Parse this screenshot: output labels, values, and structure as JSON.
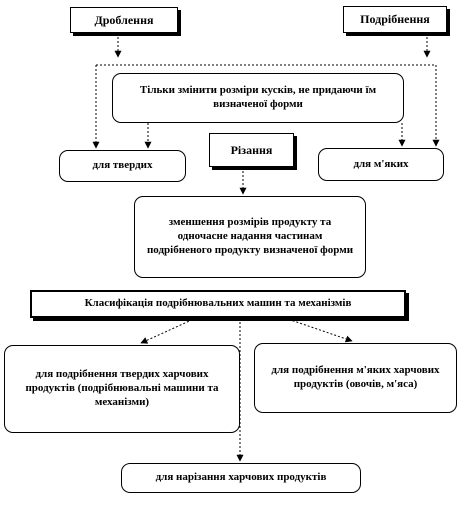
{
  "nodes": {
    "drobinnia": "Дроблення",
    "podribnennia": "Подрібнення",
    "tilky": "Тільки змінити розміри кусків, не придаючи їм визначеної форми",
    "tverdykh": "для твердих",
    "rizannia": "Різання",
    "miakykh": "для м'яких",
    "zmenshennia": "зменшення розмірів продукту та одночасне надання частинам подрібненого продукту визначеної форми",
    "klasyfikatsiia": "Класифікація подрібнювальних машин та механізмів",
    "tverdykh_produktiv": "для подрібнення твердих харчових продуктів (подрібнювальні машини та механізми)",
    "miakykh_produktiv": "для подрібнення м'яких харчових продуктів (овочів, м'яса)",
    "narizannia": "для нарізання харчових продуктів"
  },
  "style": {
    "line_color": "#000000",
    "background": "#ffffff"
  }
}
